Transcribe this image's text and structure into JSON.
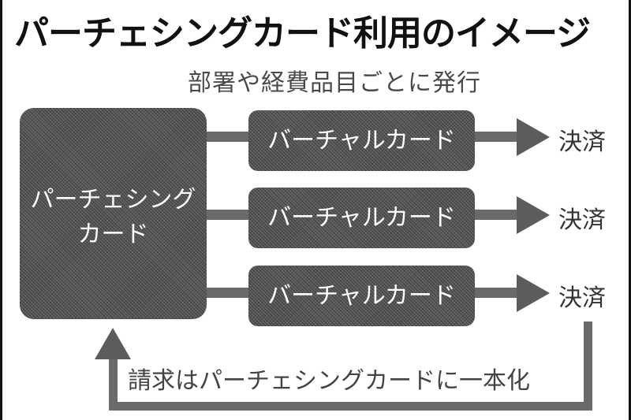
{
  "title": "パーチェシングカード利用のイメージ",
  "subtitle": "部署や経費品目ごとに発行",
  "main_card": {
    "line1": "パーチェシング",
    "line2": "カード"
  },
  "virtual_cards": [
    {
      "label": "バーチャルカード",
      "outcome": "決済"
    },
    {
      "label": "バーチャルカード",
      "outcome": "決済"
    },
    {
      "label": "バーチャルカード",
      "outcome": "決済"
    }
  ],
  "return_flow_label": "請求はパーチェシングカードに一本化",
  "colors": {
    "box_fill": "#5a5a5a",
    "text_on_box": "#ffffff",
    "frame": "#111111"
  }
}
